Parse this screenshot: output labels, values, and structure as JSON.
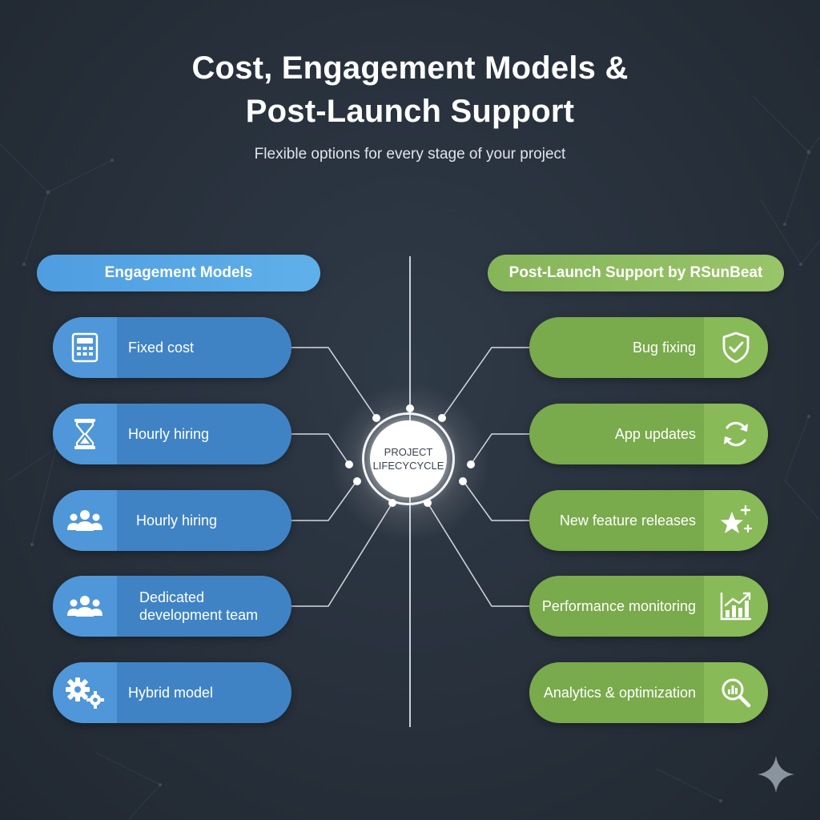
{
  "title": {
    "line1": "Cost, Engagement Models &",
    "line2": "Post-Launch Support"
  },
  "subtitle": "Flexible options for every stage of your project",
  "hub": {
    "line1": "PROJECT",
    "line2": "LIFECYCYCLE"
  },
  "engagement": {
    "header": "Engagement Models",
    "items": [
      {
        "label": "Fixed cost",
        "icon": "calculator-icon"
      },
      {
        "label": "Hourly hiring",
        "icon": "hourglass-icon"
      },
      {
        "label": "Hourly hiring",
        "icon": "team-icon"
      },
      {
        "label": "Dedicated development team",
        "icon": "team-icon"
      },
      {
        "label": "Hybrid model",
        "icon": "gears-icon"
      }
    ]
  },
  "support": {
    "header": "Post-Launch Support by RSunBeat",
    "items": [
      {
        "label": "Bug fixing",
        "icon": "shield-check-icon"
      },
      {
        "label": "App updates",
        "icon": "refresh-icon"
      },
      {
        "label": "New feature releases",
        "icon": "star-sparkle-icon"
      },
      {
        "label": "Performance monitoring",
        "icon": "bar-chart-icon"
      },
      {
        "label": "Analytics & optimization",
        "icon": "magnifier-chart-icon"
      }
    ]
  },
  "colors": {
    "background": "#27303b",
    "blue": "#3f83c5",
    "blue_light": "#4f97d9",
    "green": "#79aa4b",
    "green_light": "#88ba58"
  }
}
